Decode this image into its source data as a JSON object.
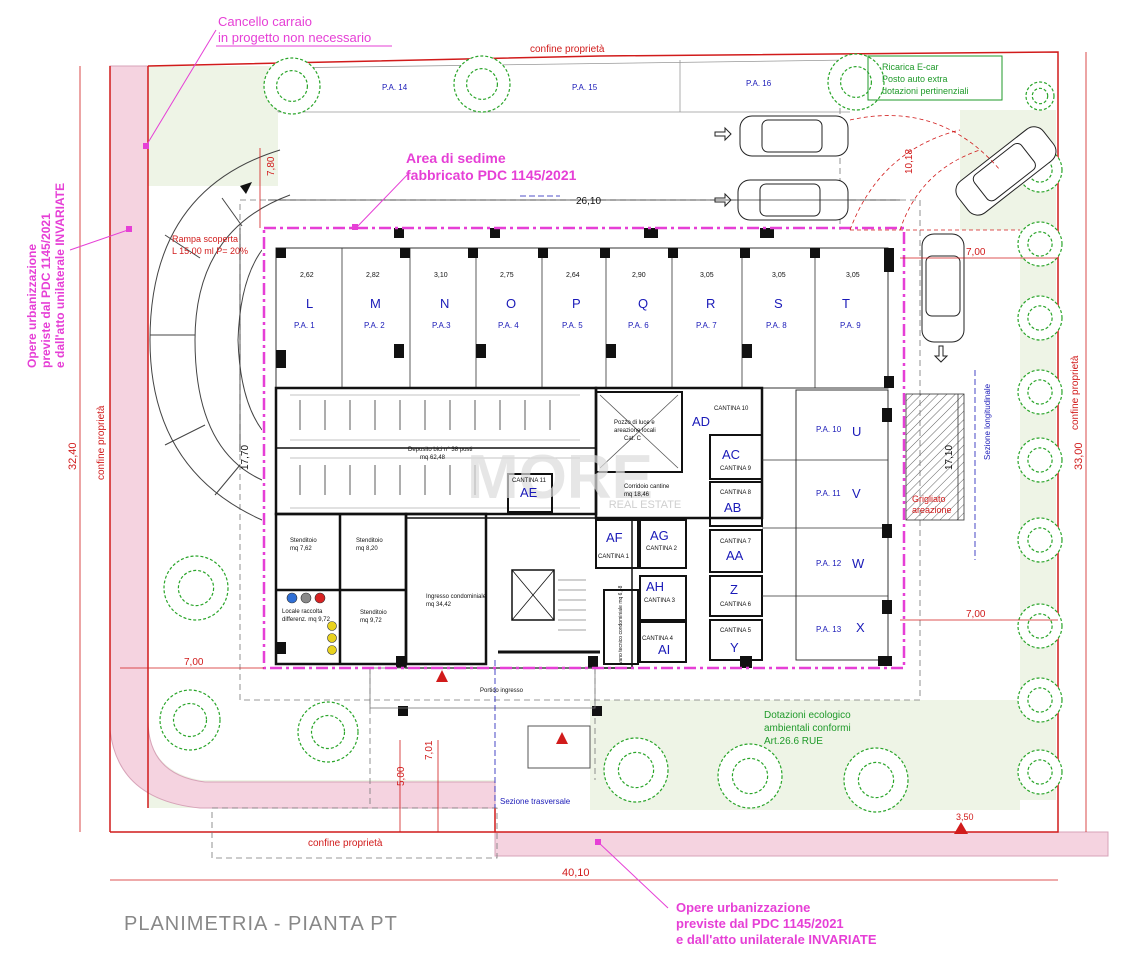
{
  "annotations": {
    "cancello_line1": "Cancello carraio",
    "cancello_line2": "in progetto non necessario",
    "area_line1": "Area di sedime",
    "area_line2": "fabbricato PDC 1145/2021",
    "opere_left_line1": "Opere urbanizzazione",
    "opere_left_line2": "previste dal PDC 1145/2021",
    "opere_left_line3": "e dall'atto unilaterale INVARIATE",
    "opere_bottom_line1": "Opere urbanizzazione",
    "opere_bottom_line2": "previste dal PDC 1145/2021",
    "opere_bottom_line3": "e dall'atto unilaterale INVARIATE",
    "ricarica_line1": "Ricarica E-car",
    "ricarica_line2": "Posto auto extra",
    "ricarica_line3": "dotazioni pertinenziali",
    "rampa_line1": "Rampa scoperta",
    "rampa_line2": "L 15.00 ml P= 20%",
    "dotazioni_line1": "Dotazioni ecologico",
    "dotazioni_line2": "ambientali conformi",
    "dotazioni_line3": "Art.26.6 RUE",
    "grigliato_line1": "Grigliato",
    "grigliato_line2": "areazione",
    "sezione_trasversale": "Sezione trasversale",
    "sezione_longitudinale": "Sezione longitudinale",
    "title": "PLANIMETRIA  -  PIANTA  PT",
    "watermark": "MORE",
    "watermark_sub": "REAL ESTATE"
  },
  "confine": {
    "top": "confine proprietà",
    "bottom": "confine proprietà",
    "left": "confine proprietà",
    "right": "confine proprietà"
  },
  "dimensions": {
    "total_width": "40,10",
    "left_height": "32,40",
    "right_height": "33,00",
    "d_26_10": "26,10",
    "d_7_80": "7,80",
    "d_7_00_left": "7,00",
    "d_7_00_right_top": "7,00",
    "d_7_00_right_mid": "7,00",
    "d_17_70": "17,70",
    "d_17_10": "17,10",
    "d_5_00": "5,00",
    "d_7_01": "7,01",
    "d_3_50": "3,50",
    "d_10_18": "10,18",
    "bay_widths": [
      "2,62",
      "2,82",
      "3,10",
      "2,75",
      "2,64",
      "2,90",
      "3,05",
      "3,05",
      "3,05"
    ]
  },
  "parking_top": [
    {
      "letter": "L",
      "pa": "P.A. 1"
    },
    {
      "letter": "M",
      "pa": "P.A. 2"
    },
    {
      "letter": "N",
      "pa": "P.A.3"
    },
    {
      "letter": "O",
      "pa": "P.A. 4"
    },
    {
      "letter": "P",
      "pa": "P.A. 5"
    },
    {
      "letter": "Q",
      "pa": "P.A. 6"
    },
    {
      "letter": "R",
      "pa": "P.A. 7"
    },
    {
      "letter": "S",
      "pa": "P.A. 8"
    },
    {
      "letter": "T",
      "pa": "P.A. 9"
    }
  ],
  "parking_right": [
    {
      "letter": "U",
      "pa": "P.A. 10"
    },
    {
      "letter": "V",
      "pa": "P.A. 11"
    },
    {
      "letter": "W",
      "pa": "P.A. 12"
    },
    {
      "letter": "X",
      "pa": "P.A. 13"
    }
  ],
  "parking_outdoor": [
    "P.A. 14",
    "P.A. 15",
    "P.A. 16"
  ],
  "cantine": [
    {
      "letter": "AD",
      "label": "CANTINA 10"
    },
    {
      "letter": "AC",
      "label": "CANTINA 9"
    },
    {
      "letter": "AB",
      "label": "CANTINA 8"
    },
    {
      "letter": "AA",
      "label": "CANTINA 7"
    },
    {
      "letter": "Z",
      "label": "CANTINA 6"
    },
    {
      "letter": "Y",
      "label": "CANTINA 5"
    },
    {
      "letter": "AE",
      "label": "CANTINA 11"
    },
    {
      "letter": "AF",
      "label": "CANTINA 1"
    },
    {
      "letter": "AG",
      "label": "CANTINA 2"
    },
    {
      "letter": "AH",
      "label": "CANTINA 3"
    },
    {
      "letter": "AI",
      "label": "CANTINA 4"
    }
  ],
  "rooms": {
    "deposito_line1": "Deposito bici n° 38 posti",
    "deposito_line2": "mq 62,48",
    "corridoio_line1": "Corridoio cantine",
    "corridoio_line2": "mq 18,46",
    "pozzo_line1": "Pozzo di luce e",
    "pozzo_line2": "areazione locali",
    "pozzo_line3": "Cat. C",
    "stenditoio1_line1": "Stenditoio",
    "stenditoio1_line2": "mq 7,62",
    "stenditoio2_line1": "Stenditoio",
    "stenditoio2_line2": "mq 8,20",
    "stenditoio3_line1": "Stenditoio",
    "stenditoio3_line2": "mq 9,72",
    "locale_line1": "Locale raccolta",
    "locale_line2": "differenz. mq 9,72",
    "ingresso_line1": "Ingresso condominiale",
    "ingresso_line2": "mq 34,42",
    "vano_tecnico": "vano tecnico condominiale mq 6,48",
    "portico": "Portico ingresso"
  }
}
